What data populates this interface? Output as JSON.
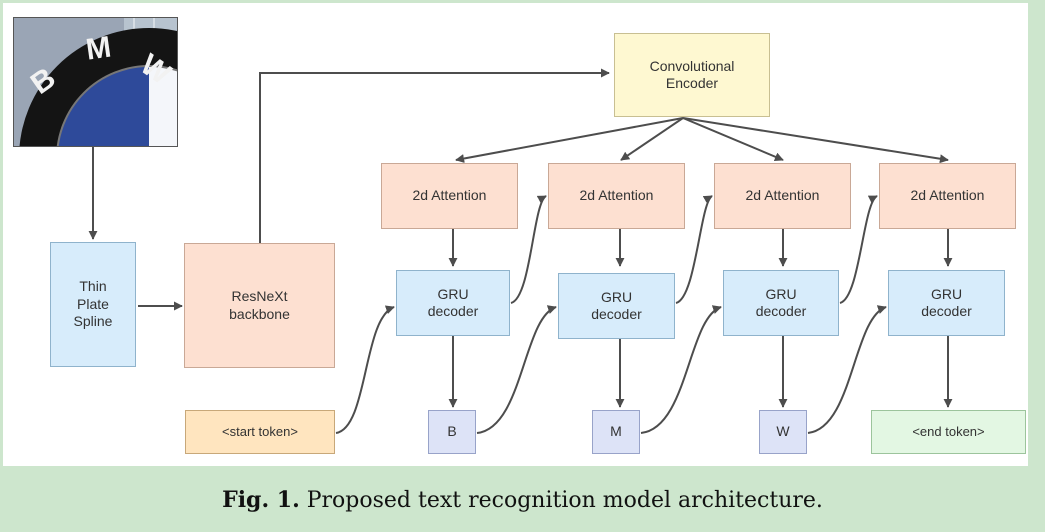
{
  "input_image": {
    "letters": [
      "B",
      "M",
      "W"
    ],
    "icon": "bmw-logo-photo"
  },
  "nodes": {
    "tps": "Thin\nPlate\nSpline",
    "resnext": "ResNeXt\nbackbone",
    "encoder": "Convolutional\nEncoder",
    "attention": [
      "2d Attention",
      "2d Attention",
      "2d Attention",
      "2d Attention"
    ],
    "gru": [
      "GRU\ndecoder",
      "GRU\ndecoder",
      "GRU\ndecoder",
      "GRU\ndecoder"
    ],
    "start_token": "<start token>",
    "outputs": [
      "B",
      "M",
      "W"
    ],
    "end_token": "<end token>"
  },
  "caption": {
    "label": "Fig. 1.",
    "text": " Proposed text recognition model architecture."
  },
  "colors": {
    "attention": "#fde0d1",
    "gru": "#d7ecfb",
    "encoder": "#fef8d1",
    "start_token": "#ffe5bf",
    "output_char": "#dde3f7",
    "end_token": "#e3f7e3",
    "background": "#cde6cd",
    "arrow": "#4d4d4d"
  }
}
